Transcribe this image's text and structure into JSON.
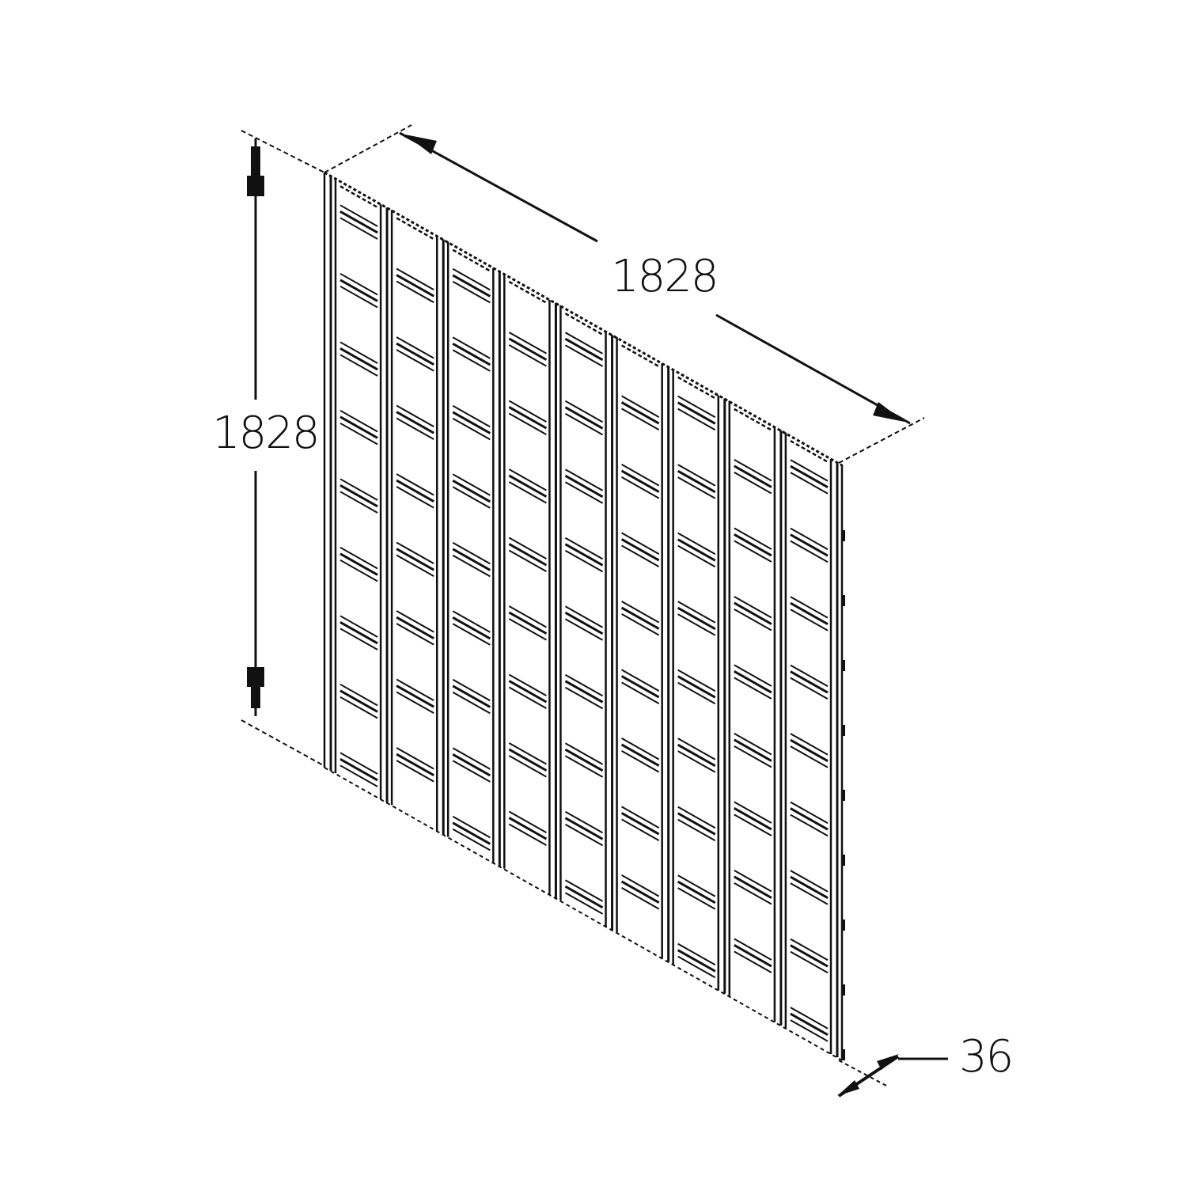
{
  "drawing": {
    "subject": "trellis panel isometric line drawing",
    "line_color": "#111111",
    "background": "#ffffff",
    "vertical_battens_count": 10,
    "horizontal_slat_rows": 9
  },
  "dimensions": {
    "width": {
      "label": "1828"
    },
    "height": {
      "label": "1828"
    },
    "thickness": {
      "label": "36"
    }
  }
}
